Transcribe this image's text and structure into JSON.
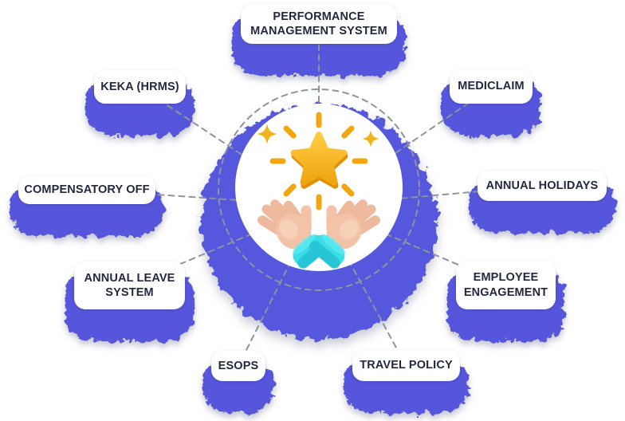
{
  "diagram": {
    "center_icon": "hands-holding-star-icon",
    "nodes": [
      {
        "id": "performance-management-system",
        "label": "PERFORMANCE MANAGEMENT SYSTEM"
      },
      {
        "id": "keka-hrms",
        "label": "KEKA (HRMS)"
      },
      {
        "id": "mediclaim",
        "label": "MEDICLAIM"
      },
      {
        "id": "compensatory-off",
        "label": "COMPENSATORY OFF"
      },
      {
        "id": "annual-holidays",
        "label": "ANNUAL HOLIDAYS"
      },
      {
        "id": "annual-leave-system",
        "label": "ANNUAL LEAVE SYSTEM"
      },
      {
        "id": "employee-engagement",
        "label": "EMPLOYEE ENGAGEMENT"
      },
      {
        "id": "esops",
        "label": "ESOPS"
      },
      {
        "id": "travel-policy",
        "label": "TRAVEL POLICY"
      }
    ],
    "colors": {
      "node_glow_purple": "#5457DB",
      "hub_purple": "#5558DD",
      "connector_gray": "#8D939F",
      "label_text": "#232840",
      "star_gold": "#F2A60F",
      "sparkle_gold": "#F2B31C",
      "hand_skin": "#F3C3A8",
      "cuff_cyan": "#3BDDE7",
      "background": "#FFFFFF"
    }
  }
}
